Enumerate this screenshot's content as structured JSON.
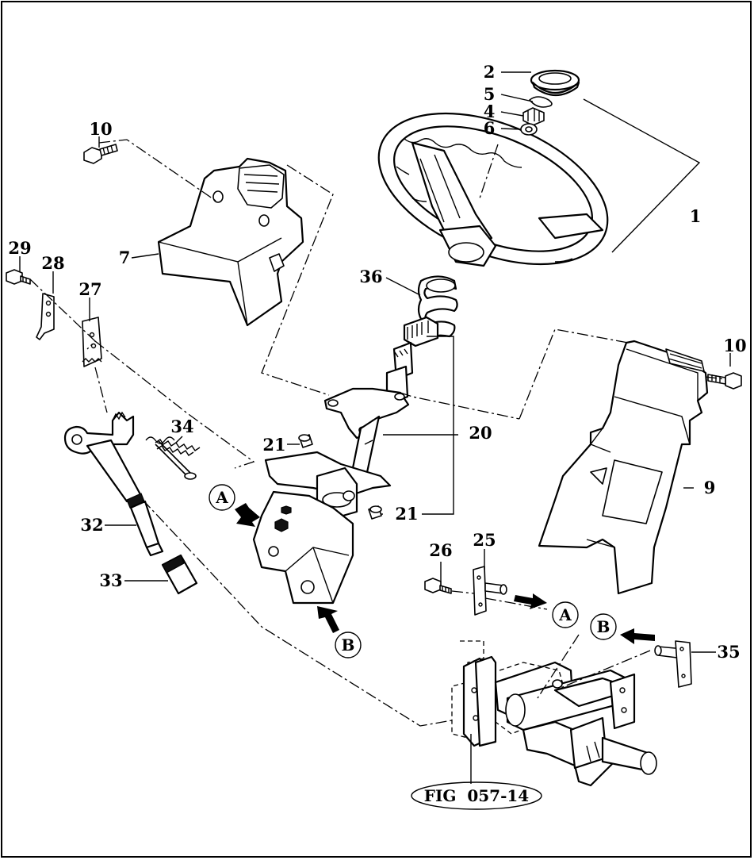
{
  "callouts": {
    "c1": "1",
    "c2": "2",
    "c4": "4",
    "c5": "5",
    "c6": "6",
    "c7": "7",
    "c9": "9",
    "c10a": "10",
    "c10b": "10",
    "c20": "20",
    "c21a": "21",
    "c21b": "21",
    "c25": "25",
    "c26": "26",
    "c27": "27",
    "c28": "28",
    "c29": "29",
    "c32": "32",
    "c33": "33",
    "c34": "34",
    "c35": "35",
    "c36": "36"
  },
  "views": {
    "a1": "A",
    "a2": "A",
    "b1": "B",
    "b2": "B"
  },
  "figure_ref": "FIG  057-14"
}
